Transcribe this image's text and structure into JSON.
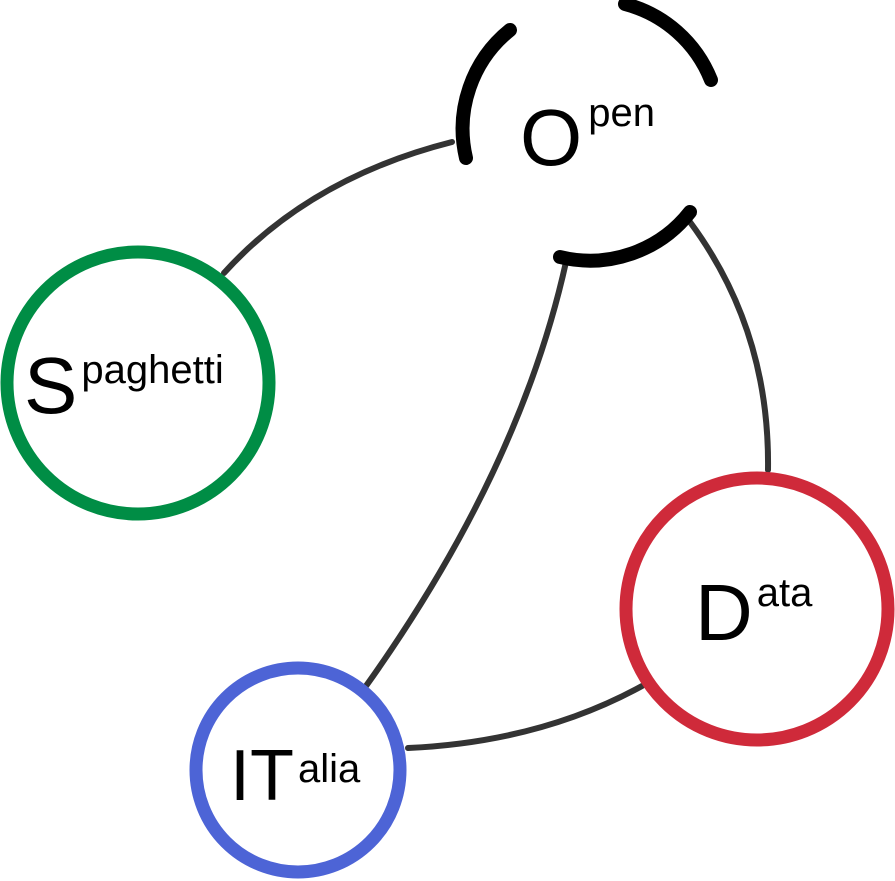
{
  "nodes": {
    "open": {
      "big": "O",
      "small": "pen",
      "color": "#000000"
    },
    "spaghetti": {
      "big": "S",
      "small": "paghetti",
      "color": "#008d45"
    },
    "data": {
      "big": "D",
      "small": "ata",
      "color": "#cf2a3a"
    },
    "italia": {
      "big": "IT",
      "small": "alia",
      "color": "#4d64d6"
    }
  },
  "connector_color": "#333333"
}
